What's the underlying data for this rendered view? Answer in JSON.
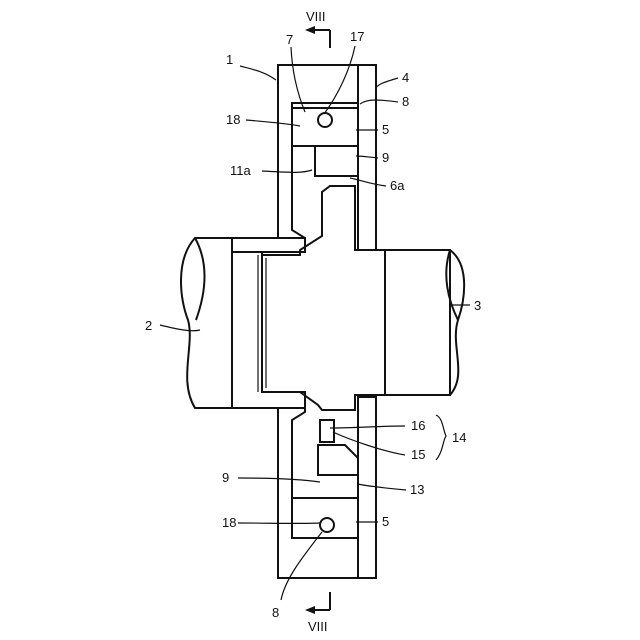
{
  "figure": {
    "section_marker": "VIII",
    "labels": {
      "ref_1": "1",
      "ref_2": "2",
      "ref_3": "3",
      "ref_4": "4",
      "ref_5_top": "5",
      "ref_5_bottom": "5",
      "ref_6a": "6a",
      "ref_7": "7",
      "ref_8_top": "8",
      "ref_8_bottom": "8",
      "ref_9_top": "9",
      "ref_9_bottom": "9",
      "ref_11a": "11a",
      "ref_13": "13",
      "ref_14": "14",
      "ref_15": "15",
      "ref_16": "16",
      "ref_17": "17",
      "ref_18_top": "18",
      "ref_18_bottom": "18"
    }
  }
}
